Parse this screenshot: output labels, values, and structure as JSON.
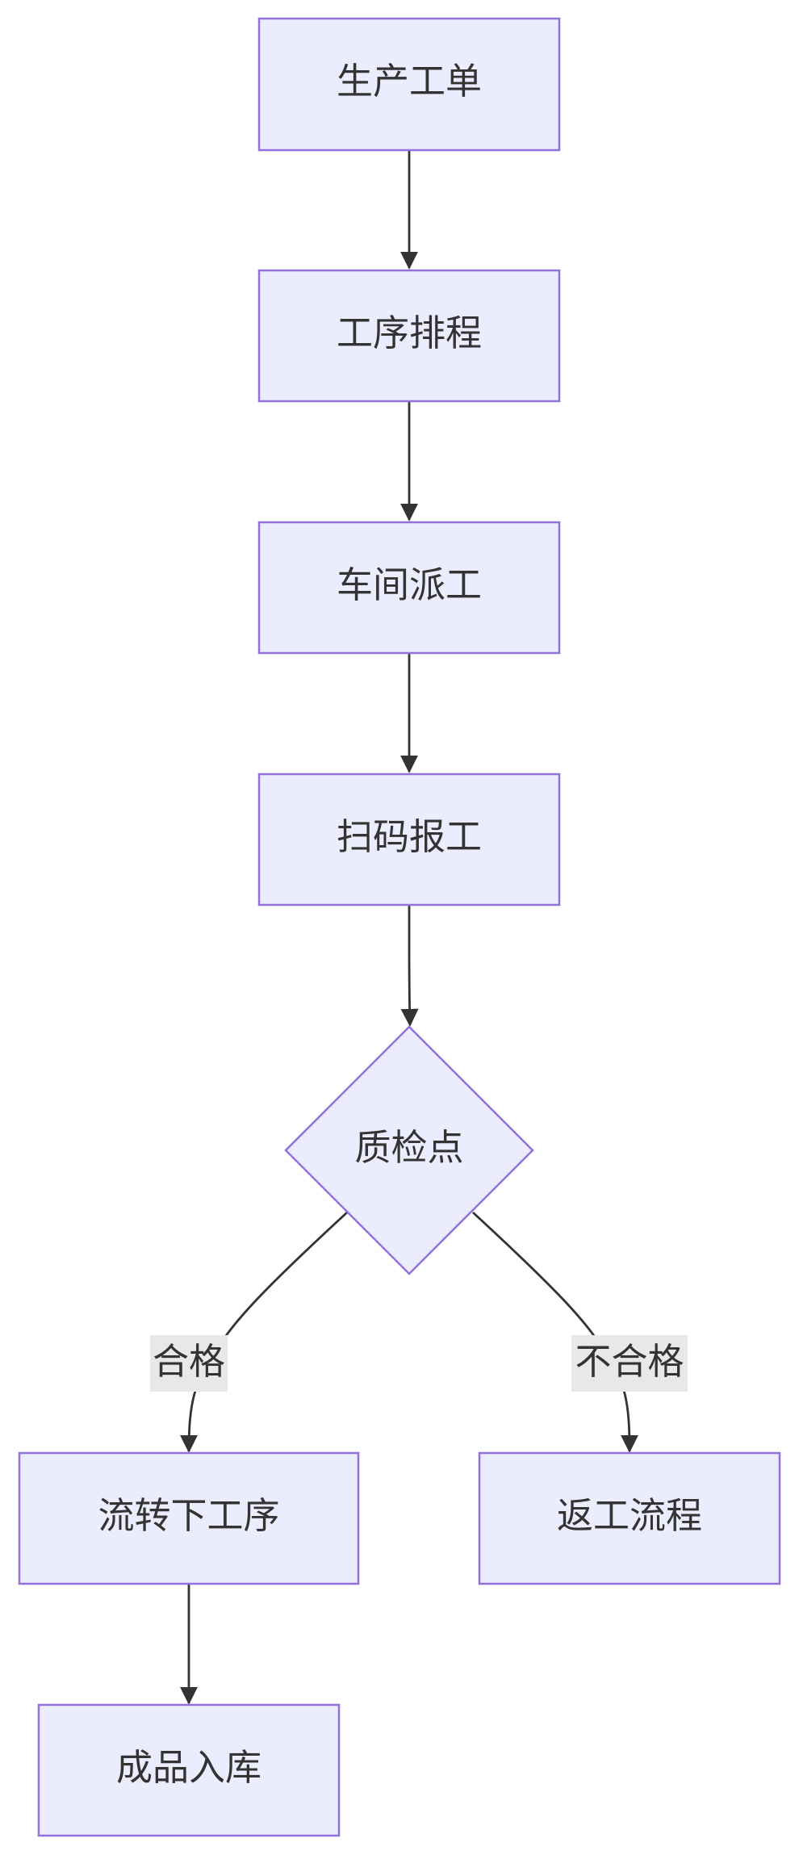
{
  "diagram": {
    "nodes": {
      "work_order": "生产工单",
      "scheduling": "工序排程",
      "dispatch": "车间派工",
      "scan_report": "扫码报工",
      "quality_check": "质检点",
      "next_process": "流转下工序",
      "rework": "返工流程",
      "warehouse": "成品入库"
    },
    "edges": {
      "pass_label": "合格",
      "fail_label": "不合格"
    }
  },
  "colors": {
    "node_fill": "#ECECFF",
    "node_stroke": "#9370DB",
    "edge_stroke": "#333333",
    "label_background": "#e8e8e8",
    "text": "#333333"
  }
}
